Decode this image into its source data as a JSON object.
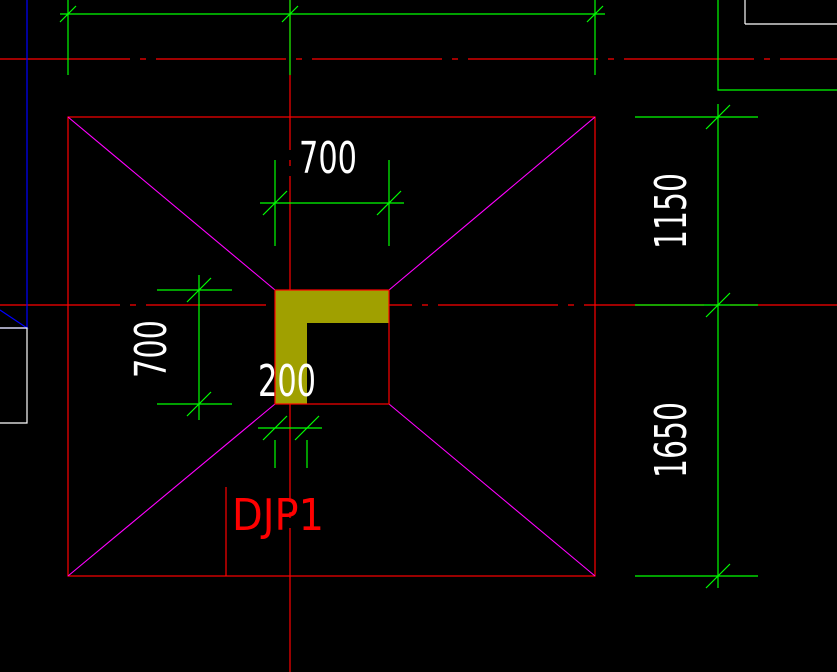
{
  "drawing": {
    "background": "#000000",
    "colors": {
      "axis": "#ff0000",
      "outline": "#ff0000",
      "slope_lines": "#ff00ff",
      "dimension": "#00ff00",
      "dimension_text": "#ffffff",
      "column_fill": "#a0a000",
      "label": "#ff0000",
      "adjacent_blue": "#0000ff",
      "adjacent_white": "#ffffff"
    },
    "dimensions": {
      "top_width": "700",
      "left_height": "700",
      "wall_thickness": "200",
      "right_upper": "1150",
      "right_lower": "1650"
    },
    "label": "DJP1"
  }
}
